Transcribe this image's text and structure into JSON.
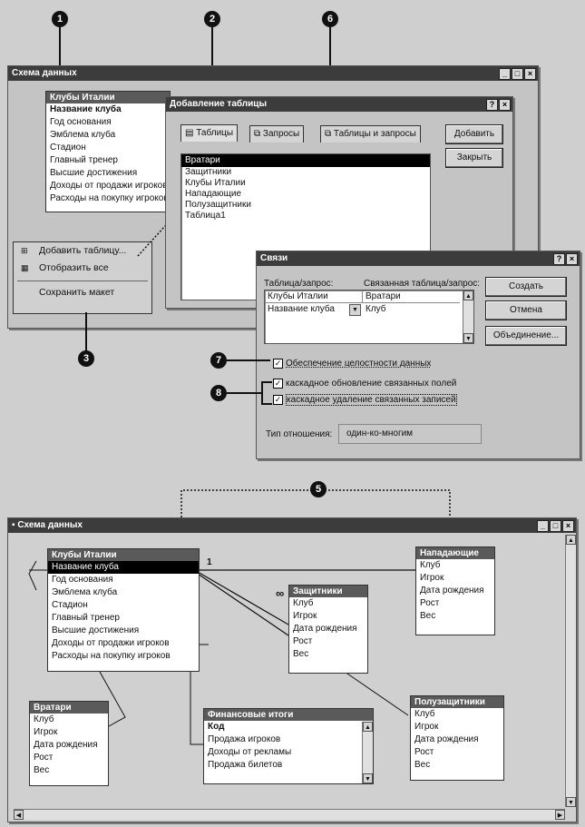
{
  "markers": {
    "m1": "1",
    "m2": "2",
    "m3": "3",
    "m5": "5",
    "m6": "6",
    "m7": "7",
    "m8": "8"
  },
  "schema_top": {
    "title": "Схема данных",
    "table": {
      "title": "Клубы Италии",
      "fields": [
        "Название клуба",
        "Год основания",
        "Эмблема клуба",
        "Стадион",
        "Главный тренер",
        "Высшие достижения",
        "Доходы от продажи игроков",
        "Расходы на покупку игроков"
      ]
    }
  },
  "context_menu": {
    "items": [
      "Добавить таблицу...",
      "Отобразить все",
      "Сохранить макет"
    ]
  },
  "add_table": {
    "title": "Добавление таблицы",
    "tabs": [
      "Таблицы",
      "Запросы",
      "Таблицы и запросы"
    ],
    "list": [
      "Вратари",
      "Защитники",
      "Клубы Италии",
      "Нападающие",
      "Полузащитники",
      "Таблица1"
    ],
    "add_button": "Добавить",
    "close_button": "Закрыть"
  },
  "links": {
    "title": "Связи",
    "col_table": "Таблица/запрос:",
    "col_related": "Связанная таблица/запрос:",
    "row_head": [
      "Клубы Италии",
      "Вратари"
    ],
    "row_1": [
      "Название клуба",
      "Клуб"
    ],
    "create_button": "Создать",
    "cancel_button": "Отмена",
    "join_button": "Объединение...",
    "chk_integrity": "Обеспечение целостности данных",
    "chk_cascade_update": "каскадное обновление связанных полей",
    "chk_cascade_delete": "каскадное удаление связанных записей",
    "rel_type_label": "Тип отношения:",
    "rel_type_value": "один-ко-многим"
  },
  "schema_bottom": {
    "title": "Схема данных",
    "rel_one": "1",
    "rel_many": "∞",
    "tables": {
      "kluby": {
        "title": "Клубы Италии",
        "fields": [
          "Название клуба",
          "Год основания",
          "Эмблема клуба",
          "Стадион",
          "Главный тренер",
          "Высшие достижения",
          "Доходы от продажи игроков",
          "Расходы на покупку игроков"
        ]
      },
      "zashchitniki": {
        "title": "Защитники",
        "fields": [
          "Клуб",
          "Игрок",
          "Дата рождения",
          "Рост",
          "Вес"
        ]
      },
      "napadayushchie": {
        "title": "Нападающие",
        "fields": [
          "Клуб",
          "Игрок",
          "Дата рождения",
          "Рост",
          "Вес"
        ]
      },
      "vratari": {
        "title": "Вратари",
        "fields": [
          "Клуб",
          "Игрок",
          "Дата рождения",
          "Рост",
          "Вес"
        ]
      },
      "finansy": {
        "title": "Финансовые итоги",
        "fields": [
          "Код",
          "Продажа игроков",
          "Доходы от рекламы",
          "Продажа билетов"
        ]
      },
      "poluzashchitniki": {
        "title": "Полузащитники",
        "fields": [
          "Клуб",
          "Игрок",
          "Дата рождения",
          "Рост",
          "Вес"
        ]
      }
    }
  }
}
